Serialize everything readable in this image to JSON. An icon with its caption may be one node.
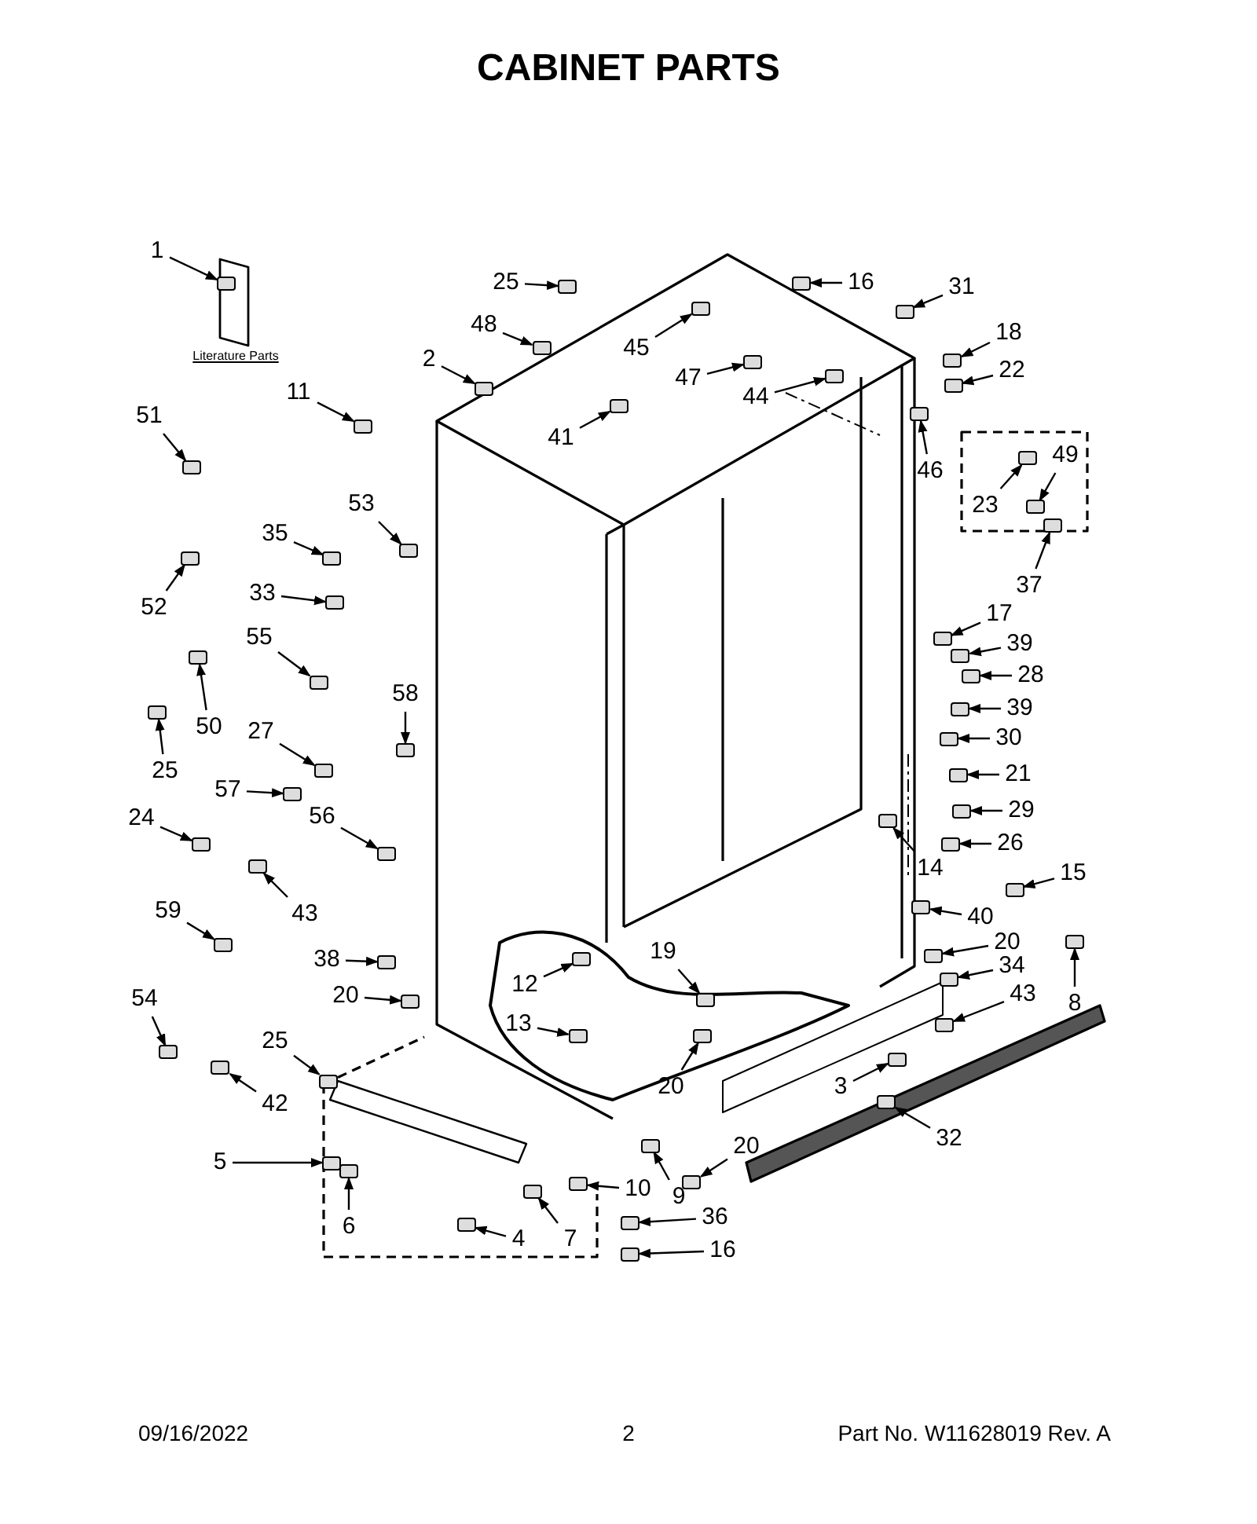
{
  "diagram": {
    "title": "CABINET PARTS",
    "nodes": [
      {
        "text": [
          "1"
        ]
      },
      {
        "text": [
          "25"
        ]
      },
      {
        "text": [
          "16"
        ]
      },
      {
        "text": [
          "31"
        ]
      },
      {
        "text": [
          "48"
        ]
      },
      {
        "text": [
          "18"
        ]
      },
      {
        "text": [
          "2"
        ]
      },
      {
        "text": [
          "45"
        ]
      },
      {
        "text": [
          "47"
        ]
      },
      {
        "text": [
          "22"
        ]
      },
      {
        "text": [
          "11"
        ]
      },
      {
        "text": [
          "44"
        ]
      },
      {
        "text": [
          "41"
        ]
      },
      {
        "text": [
          "46"
        ]
      },
      {
        "text": [
          "51"
        ]
      },
      {
        "text": [
          "49"
        ]
      },
      {
        "text": [
          "23"
        ]
      },
      {
        "text": [
          "53"
        ]
      },
      {
        "text": [
          "35"
        ]
      },
      {
        "text": [
          "37"
        ]
      },
      {
        "text": [
          "52"
        ]
      },
      {
        "text": [
          "33"
        ]
      },
      {
        "text": [
          "17"
        ]
      },
      {
        "text": [
          "55"
        ]
      },
      {
        "text": [
          "39"
        ]
      },
      {
        "text": [
          "28"
        ]
      },
      {
        "text": [
          "50"
        ]
      },
      {
        "text": [
          "58"
        ]
      },
      {
        "text": [
          "39"
        ]
      },
      {
        "text": [
          "30"
        ]
      },
      {
        "text": [
          "27"
        ]
      },
      {
        "text": [
          "21"
        ]
      },
      {
        "text": [
          "25"
        ]
      },
      {
        "text": [
          "57"
        ]
      },
      {
        "text": [
          "29"
        ]
      },
      {
        "text": [
          "24"
        ]
      },
      {
        "text": [
          "56"
        ]
      },
      {
        "text": [
          "14"
        ]
      },
      {
        "text": [
          "26"
        ]
      },
      {
        "text": [
          "15"
        ]
      },
      {
        "text": [
          "43"
        ]
      },
      {
        "text": [
          "40"
        ]
      },
      {
        "text": [
          "59"
        ]
      },
      {
        "text": [
          "20"
        ]
      },
      {
        "text": [
          "34"
        ]
      },
      {
        "text": [
          "8"
        ]
      },
      {
        "text": [
          "38"
        ]
      },
      {
        "text": [
          "43"
        ]
      },
      {
        "text": [
          "20"
        ]
      },
      {
        "text": [
          "12"
        ]
      },
      {
        "text": [
          "19"
        ]
      },
      {
        "text": [
          "13"
        ]
      },
      {
        "text": [
          "54"
        ]
      },
      {
        "text": [
          "3"
        ]
      },
      {
        "text": [
          "25"
        ]
      },
      {
        "text": [
          "42"
        ]
      },
      {
        "text": [
          "20"
        ]
      },
      {
        "text": [
          "32"
        ]
      },
      {
        "text": [
          "5"
        ]
      },
      {
        "text": [
          "20"
        ]
      },
      {
        "text": [
          "10"
        ]
      },
      {
        "text": [
          "9"
        ]
      },
      {
        "text": [
          "6"
        ]
      },
      {
        "text": [
          "4"
        ]
      },
      {
        "text": [
          "7"
        ]
      },
      {
        "text": [
          "36"
        ]
      },
      {
        "text": [
          "16"
        ]
      },
      {
        "text": [],
        "shape": "box"
      },
      {
        "text": [],
        "shape": "box"
      },
      {
        "text": [],
        "shape": "box"
      },
      {
        "text": [],
        "shape": "box"
      },
      {
        "text": [],
        "shape": "box"
      },
      {
        "text": [],
        "shape": "box"
      },
      {
        "text": [],
        "shape": "box"
      },
      {
        "text": [],
        "shape": "box"
      },
      {
        "text": [],
        "shape": "box"
      },
      {
        "text": [],
        "shape": "box"
      },
      {
        "text": [],
        "shape": "box"
      },
      {
        "text": [],
        "shape": "box"
      },
      {
        "text": [],
        "shape": "box"
      },
      {
        "text": [],
        "shape": "box"
      },
      {
        "text": [],
        "shape": "box"
      },
      {
        "text": [],
        "shape": "box"
      },
      {
        "text": [],
        "shape": "box"
      },
      {
        "text": [],
        "shape": "box"
      },
      {
        "text": [],
        "shape": "box"
      },
      {
        "text": [],
        "shape": "box"
      },
      {
        "text": [],
        "shape": "box"
      },
      {
        "text": [],
        "shape": "box"
      },
      {
        "text": [],
        "shape": "box"
      },
      {
        "text": [],
        "shape": "box"
      },
      {
        "text": [],
        "shape": "box"
      },
      {
        "text": [],
        "shape": "box"
      },
      {
        "text": [],
        "shape": "box"
      },
      {
        "text": [],
        "shape": "box"
      },
      {
        "text": [],
        "shape": "box"
      },
      {
        "text": [],
        "shape": "box"
      },
      {
        "text": [],
        "shape": "box"
      },
      {
        "text": [],
        "shape": "box"
      },
      {
        "text": [],
        "shape": "box"
      },
      {
        "text": [],
        "shape": "box"
      },
      {
        "text": [],
        "shape": "box"
      },
      {
        "text": [],
        "shape": "box"
      },
      {
        "text": [],
        "shape": "box"
      },
      {
        "text": [],
        "shape": "box"
      },
      {
        "text": [],
        "shape": "box"
      },
      {
        "text": [],
        "shape": "box"
      },
      {
        "text": [],
        "shape": "box"
      },
      {
        "text": [],
        "shape": "box"
      },
      {
        "text": [],
        "shape": "box"
      },
      {
        "text": [],
        "shape": "box"
      },
      {
        "text": [],
        "shape": "box"
      },
      {
        "text": [],
        "shape": "box"
      },
      {
        "text": [],
        "shape": "box"
      },
      {
        "text": [],
        "shape": "box"
      },
      {
        "text": [],
        "shape": "box"
      },
      {
        "text": [],
        "shape": "box"
      },
      {
        "text": [],
        "shape": "box"
      },
      {
        "text": [],
        "shape": "box"
      },
      {
        "text": [],
        "shape": "box"
      },
      {
        "text": [],
        "shape": "box"
      },
      {
        "text": [],
        "shape": "box"
      },
      {
        "text": [],
        "shape": "box"
      },
      {
        "text": [],
        "shape": "box"
      },
      {
        "text": [],
        "shape": "box"
      },
      {
        "text": [],
        "shape": "box"
      },
      {
        "text": [],
        "shape": "box"
      },
      {
        "text": [],
        "shape": "box"
      },
      {
        "text": [],
        "shape": "box"
      },
      {
        "text": [],
        "shape": "box"
      },
      {
        "text": [],
        "shape": "box"
      },
      {
        "text": [],
        "shape": "box"
      },
      {
        "text": [],
        "shape": "box"
      },
      {
        "text": [],
        "shape": "box"
      }
    ],
    "edges": [
      {
        "from": 0,
        "to": 67,
        "arrow": "to"
      },
      {
        "from": 1,
        "to": 68,
        "arrow": "to"
      },
      {
        "from": 2,
        "to": 69,
        "arrow": "to"
      },
      {
        "from": 3,
        "to": 70,
        "arrow": "to"
      },
      {
        "from": 4,
        "to": 71,
        "arrow": "to"
      },
      {
        "from": 5,
        "to": 72,
        "arrow": "to"
      },
      {
        "from": 6,
        "to": 73,
        "arrow": "to"
      },
      {
        "from": 7,
        "to": 74,
        "arrow": "to"
      },
      {
        "from": 8,
        "to": 75,
        "arrow": "to"
      },
      {
        "from": 9,
        "to": 76,
        "arrow": "to"
      },
      {
        "from": 10,
        "to": 77,
        "arrow": "to"
      },
      {
        "from": 11,
        "to": 78,
        "arrow": "to"
      },
      {
        "from": 12,
        "to": 79,
        "arrow": "to"
      },
      {
        "from": 13,
        "to": 80,
        "arrow": "to"
      },
      {
        "from": 14,
        "to": 81,
        "arrow": "to"
      },
      {
        "from": 15,
        "to": 82,
        "arrow": "to"
      },
      {
        "from": 16,
        "to": 83,
        "arrow": "to"
      },
      {
        "from": 17,
        "to": 84,
        "arrow": "to"
      },
      {
        "from": 18,
        "to": 85,
        "arrow": "to"
      },
      {
        "from": 19,
        "to": 86,
        "arrow": "to"
      },
      {
        "from": 20,
        "to": 87,
        "arrow": "to"
      },
      {
        "from": 21,
        "to": 88,
        "arrow": "to"
      },
      {
        "from": 22,
        "to": 89,
        "arrow": "to"
      },
      {
        "from": 23,
        "to": 90,
        "arrow": "to"
      },
      {
        "from": 24,
        "to": 91,
        "arrow": "to"
      },
      {
        "from": 25,
        "to": 92,
        "arrow": "to"
      },
      {
        "from": 26,
        "to": 93,
        "arrow": "to"
      },
      {
        "from": 27,
        "to": 94,
        "arrow": "to"
      },
      {
        "from": 28,
        "to": 95,
        "arrow": "to"
      },
      {
        "from": 29,
        "to": 96,
        "arrow": "to"
      },
      {
        "from": 30,
        "to": 97,
        "arrow": "to"
      },
      {
        "from": 31,
        "to": 98,
        "arrow": "to"
      },
      {
        "from": 32,
        "to": 99,
        "arrow": "to"
      },
      {
        "from": 33,
        "to": 100,
        "arrow": "to"
      },
      {
        "from": 34,
        "to": 101,
        "arrow": "to"
      },
      {
        "from": 35,
        "to": 102,
        "arrow": "to"
      },
      {
        "from": 36,
        "to": 103,
        "arrow": "to"
      },
      {
        "from": 37,
        "to": 104,
        "arrow": "to"
      },
      {
        "from": 38,
        "to": 105,
        "arrow": "to"
      },
      {
        "from": 39,
        "to": 106,
        "arrow": "to"
      },
      {
        "from": 40,
        "to": 107,
        "arrow": "to"
      },
      {
        "from": 41,
        "to": 108,
        "arrow": "to"
      },
      {
        "from": 42,
        "to": 109,
        "arrow": "to"
      },
      {
        "from": 43,
        "to": 110,
        "arrow": "to"
      },
      {
        "from": 44,
        "to": 111,
        "arrow": "to"
      },
      {
        "from": 45,
        "to": 112,
        "arrow": "to"
      },
      {
        "from": 46,
        "to": 113,
        "arrow": "to"
      },
      {
        "from": 47,
        "to": 114,
        "arrow": "to"
      },
      {
        "from": 48,
        "to": 115,
        "arrow": "to"
      },
      {
        "from": 49,
        "to": 116,
        "arrow": "to"
      },
      {
        "from": 50,
        "to": 117,
        "arrow": "to"
      },
      {
        "from": 51,
        "to": 118,
        "arrow": "to"
      },
      {
        "from": 52,
        "to": 119,
        "arrow": "to"
      },
      {
        "from": 53,
        "to": 120,
        "arrow": "to"
      },
      {
        "from": 54,
        "to": 121,
        "arrow": "to"
      },
      {
        "from": 55,
        "to": 122,
        "arrow": "to"
      },
      {
        "from": 56,
        "to": 123,
        "arrow": "to"
      },
      {
        "from": 57,
        "to": 124,
        "arrow": "to"
      },
      {
        "from": 58,
        "to": 125,
        "arrow": "to"
      },
      {
        "from": 59,
        "to": 126,
        "arrow": "to"
      },
      {
        "from": 60,
        "to": 127,
        "arrow": "to"
      },
      {
        "from": 61,
        "to": 128,
        "arrow": "to"
      },
      {
        "from": 62,
        "to": 129,
        "arrow": "to"
      },
      {
        "from": 63,
        "to": 130,
        "arrow": "to"
      },
      {
        "from": 64,
        "to": 131,
        "arrow": "to"
      },
      {
        "from": 65,
        "to": 132,
        "arrow": "to"
      },
      {
        "from": 66,
        "to": 133,
        "arrow": "to"
      }
    ],
    "labels": [
      "Literature Parts",
      "09/16/2022",
      "2",
      "Part No. W11628019 Rev. A"
    ]
  }
}
